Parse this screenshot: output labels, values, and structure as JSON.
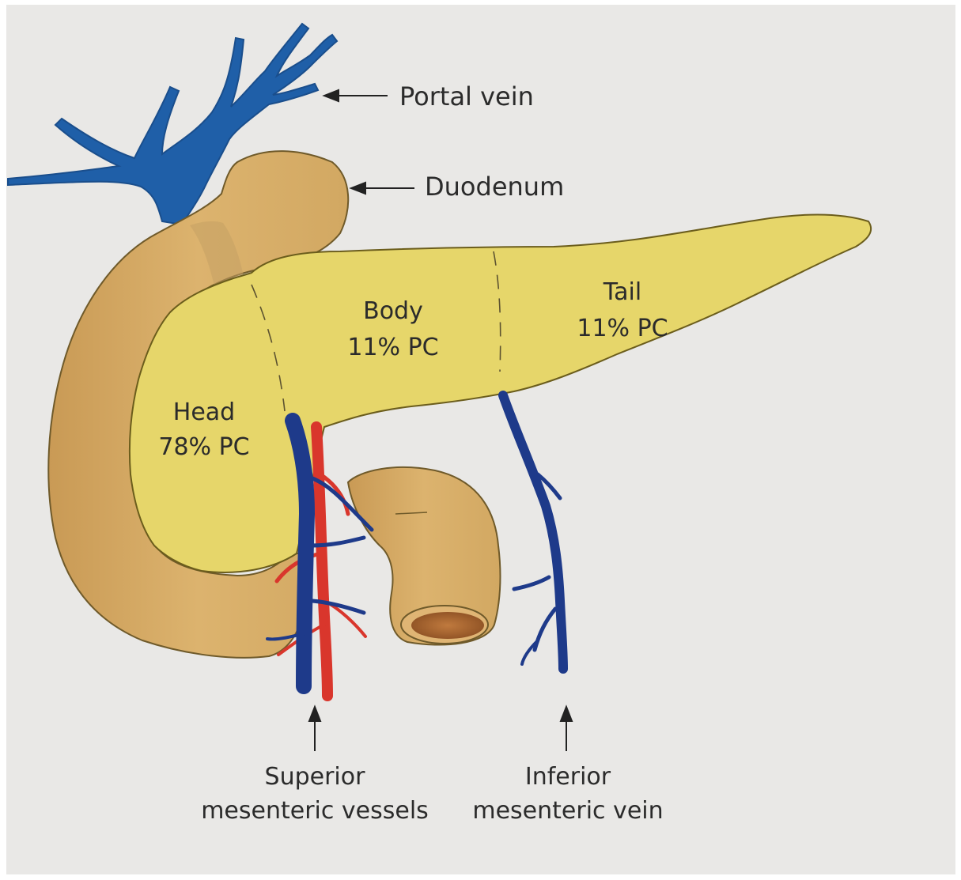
{
  "labels": {
    "portal_vein": "Portal vein",
    "duodenum": "Duodenum",
    "body_name": "Body",
    "body_pct": "11% PC",
    "tail_name": "Tail",
    "tail_pct": "11% PC",
    "head_name": "Head",
    "head_pct": "78% PC",
    "smv_line1": "Superior",
    "smv_line2": "mesenteric vessels",
    "imv_line1": "Inferior",
    "imv_line2": "mesenteric vein"
  },
  "colors": {
    "background": "#e9e8e6",
    "pancreas": "#e6d66a",
    "duodenum": "#dcb36e",
    "vein": "#1e3a8a",
    "portal_vein": "#1f5fa8",
    "artery": "#d9362c"
  }
}
